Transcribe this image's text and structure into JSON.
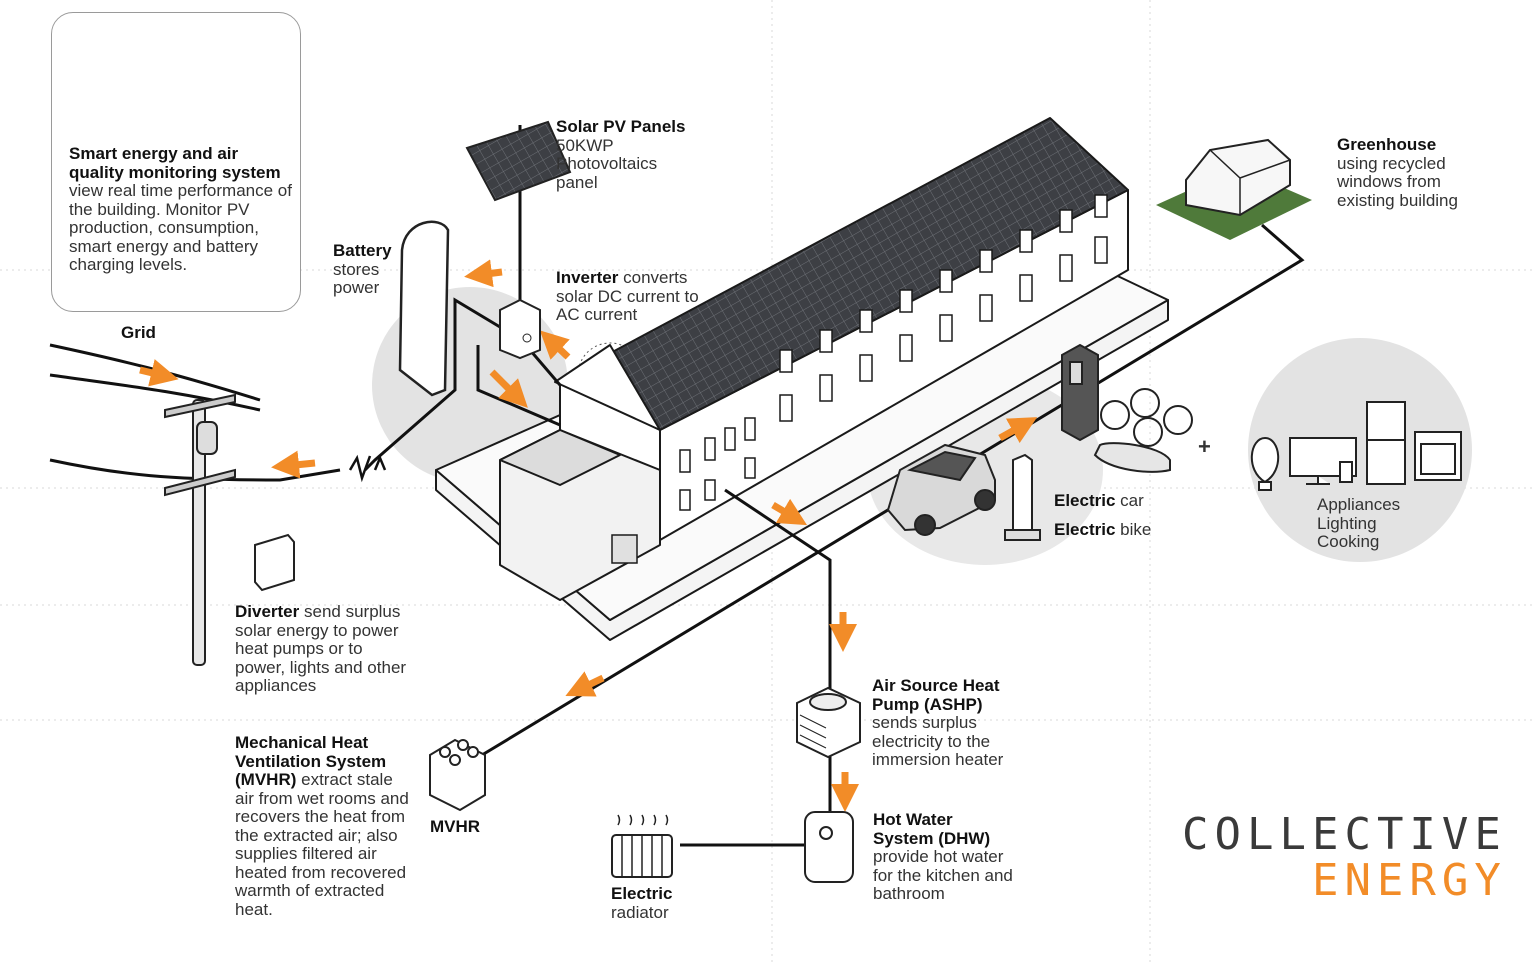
{
  "smart_monitor": {
    "title": "Smart energy and air quality monitoring system",
    "text": "view real time performance of the building.  Monitor PV production, consumption, smart energy and battery charging levels."
  },
  "grid": {
    "label": "Grid"
  },
  "battery": {
    "title": "Battery",
    "line1": "stores",
    "line2": "power"
  },
  "solar": {
    "title": "Solar PV Panels",
    "line1": "50KWP",
    "line2": "Photovoltaics",
    "line3": "panel"
  },
  "inverter": {
    "title": "Inverter",
    "line1": "converts",
    "line2": "solar DC current to",
    "line3": "AC current"
  },
  "greenhouse": {
    "title": "Greenhouse",
    "line1": "using recycled",
    "line2": "windows from",
    "line3": "existing building"
  },
  "appliances": {
    "line1": "Appliances",
    "line2": "Lighting",
    "line3": "Cooking",
    "plus": "+"
  },
  "ev": {
    "car_bold": "Electric",
    "car_rest": "car",
    "bike_bold": "Electric",
    "bike_rest": "bike"
  },
  "diverter": {
    "title": "Diverter",
    "lines": [
      "send surplus",
      "solar energy to power",
      "heat pumps or to",
      "power, lights and other",
      "appliances"
    ]
  },
  "mvhr": {
    "title_lines": [
      "Mechanical Heat",
      "Ventilation System"
    ],
    "abbr": "(MVHR)",
    "lines": [
      "extract stale",
      "air from wet rooms and",
      "recovers the heat from",
      "the extracted air; also",
      "supplies filtered air",
      "heated from recovered",
      "warmth of extracted",
      "heat."
    ],
    "unit_label": "MVHR"
  },
  "ashp": {
    "title_lines": [
      "Air Source Heat",
      "Pump (ASHP)"
    ],
    "lines": [
      "sends surplus",
      "electricity to the",
      "immersion heater"
    ]
  },
  "dhw": {
    "title_lines": [
      "Hot Water",
      "System (DHW)"
    ],
    "lines": [
      "provide hot water",
      "for the kitchen and",
      "bathroom"
    ]
  },
  "radiator": {
    "title": "Electric",
    "line1": "radiator"
  },
  "logo": {
    "line1": "COLLECTIVE",
    "line2": "ENERGY"
  },
  "colors": {
    "accent": "#f28c28",
    "ink": "#111111",
    "circle": "#e3e3e3"
  },
  "icons": [
    "tablet-icon",
    "solar-panel-icon",
    "battery-icon",
    "inverter-icon",
    "power-pole-icon",
    "diverter-icon",
    "mvhr-unit-icon",
    "ashp-unit-icon",
    "water-cylinder-icon",
    "radiator-icon",
    "greenhouse-icon",
    "car-icon",
    "ev-charger-icon",
    "bike-icon",
    "bulb-icon",
    "monitor-icon",
    "fridge-icon",
    "oven-icon"
  ]
}
